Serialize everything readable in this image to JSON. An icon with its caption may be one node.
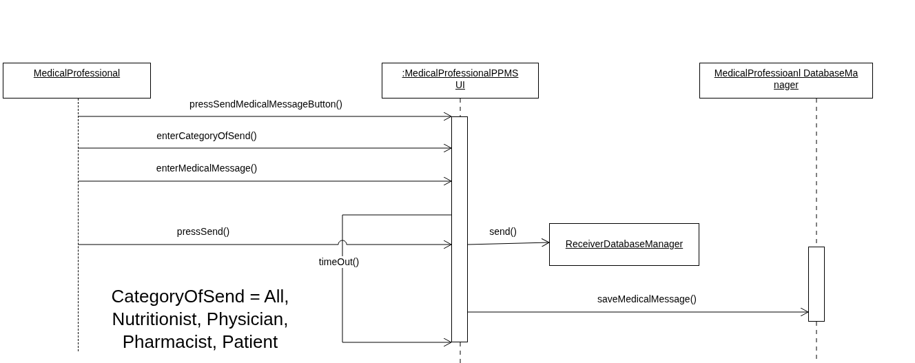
{
  "diagram": {
    "nodes": [
      {
        "text": [
          "MedicalProfessional"
        ]
      },
      {
        "text": [
          ":MedicalProfessionalPPMSUI"
        ]
      },
      {
        "text": [
          "MedicalProfessioanl DatabaseManager"
        ]
      },
      {
        "text": [],
        "shape": "line"
      },
      {
        "text": [],
        "shape": "bar"
      },
      {
        "text": [
          "ReceiverDatabaseManager"
        ]
      },
      {
        "text": [],
        "shape": "bar"
      }
    ],
    "edges": [
      {
        "from": 3,
        "to": 4,
        "arrow": "to",
        "label": "pressSendMedicalMessageButton()"
      },
      {
        "from": 3,
        "to": 4,
        "arrow": "to",
        "label": "enterCategoryOfSend()"
      },
      {
        "from": 3,
        "to": 4,
        "arrow": "to",
        "label": "enterMedicalMessage()"
      },
      {
        "from": 3,
        "to": 4,
        "arrow": "to",
        "label": "pressSend()"
      },
      {
        "from": 4,
        "to": 4,
        "arrow": "to",
        "label": "timeOut()"
      },
      {
        "from": 4,
        "to": 5,
        "arrow": "to",
        "label": "send()"
      },
      {
        "from": 4,
        "to": 6,
        "arrow": "to",
        "label": "saveMedicalMessage()"
      },
      {
        "from": 1,
        "to": 4,
        "arrow": "none",
        "style": "dashed"
      },
      {
        "from": 4,
        "to": null,
        "arrow": "none",
        "style": "dashed"
      },
      {
        "from": 2,
        "to": 6,
        "arrow": "none",
        "style": "dashed"
      },
      {
        "from": 6,
        "to": null,
        "arrow": "none",
        "style": "dashed"
      }
    ],
    "labels": [
      "CategoryOfSend = All, Nutritionist, Physician, Pharmacist, Patient"
    ]
  }
}
